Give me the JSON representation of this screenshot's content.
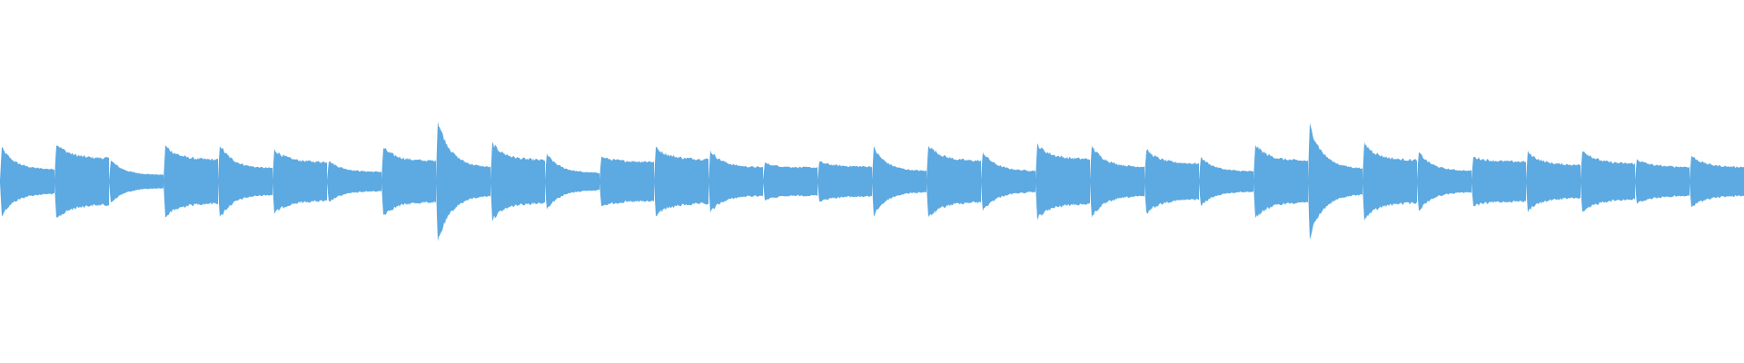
{
  "waveform": {
    "color": "#5DA9E1",
    "background": "#FFFFFF",
    "segments": [
      {
        "peak": 0.55,
        "decay": 0.35
      },
      {
        "peak": 0.62,
        "decay": 0.6
      },
      {
        "peak": 0.35,
        "decay": 0.3
      },
      {
        "peak": 0.58,
        "decay": 0.6
      },
      {
        "peak": 0.6,
        "decay": 0.35
      },
      {
        "peak": 0.52,
        "decay": 0.6
      },
      {
        "peak": 0.34,
        "decay": 0.45
      },
      {
        "peak": 0.55,
        "decay": 0.6
      },
      {
        "peak": 1.0,
        "decay": 0.22
      },
      {
        "peak": 0.62,
        "decay": 0.55
      },
      {
        "peak": 0.45,
        "decay": 0.3
      },
      {
        "peak": 0.4,
        "decay": 0.8
      },
      {
        "peak": 0.55,
        "decay": 0.65
      },
      {
        "peak": 0.5,
        "decay": 0.45
      },
      {
        "peak": 0.3,
        "decay": 0.75
      },
      {
        "peak": 0.32,
        "decay": 0.75
      },
      {
        "peak": 0.55,
        "decay": 0.3
      },
      {
        "peak": 0.6,
        "decay": 0.55
      },
      {
        "peak": 0.48,
        "decay": 0.35
      },
      {
        "peak": 0.6,
        "decay": 0.6
      },
      {
        "peak": 0.58,
        "decay": 0.4
      },
      {
        "peak": 0.52,
        "decay": 0.55
      },
      {
        "peak": 0.4,
        "decay": 0.4
      },
      {
        "peak": 0.6,
        "decay": 0.55
      },
      {
        "peak": 0.92,
        "decay": 0.22
      },
      {
        "peak": 0.62,
        "decay": 0.55
      },
      {
        "peak": 0.48,
        "decay": 0.35
      },
      {
        "peak": 0.4,
        "decay": 0.8
      },
      {
        "peak": 0.48,
        "decay": 0.55
      },
      {
        "peak": 0.52,
        "decay": 0.55
      },
      {
        "peak": 0.36,
        "decay": 0.65
      },
      {
        "peak": 0.42,
        "decay": 0.55
      }
    ]
  }
}
